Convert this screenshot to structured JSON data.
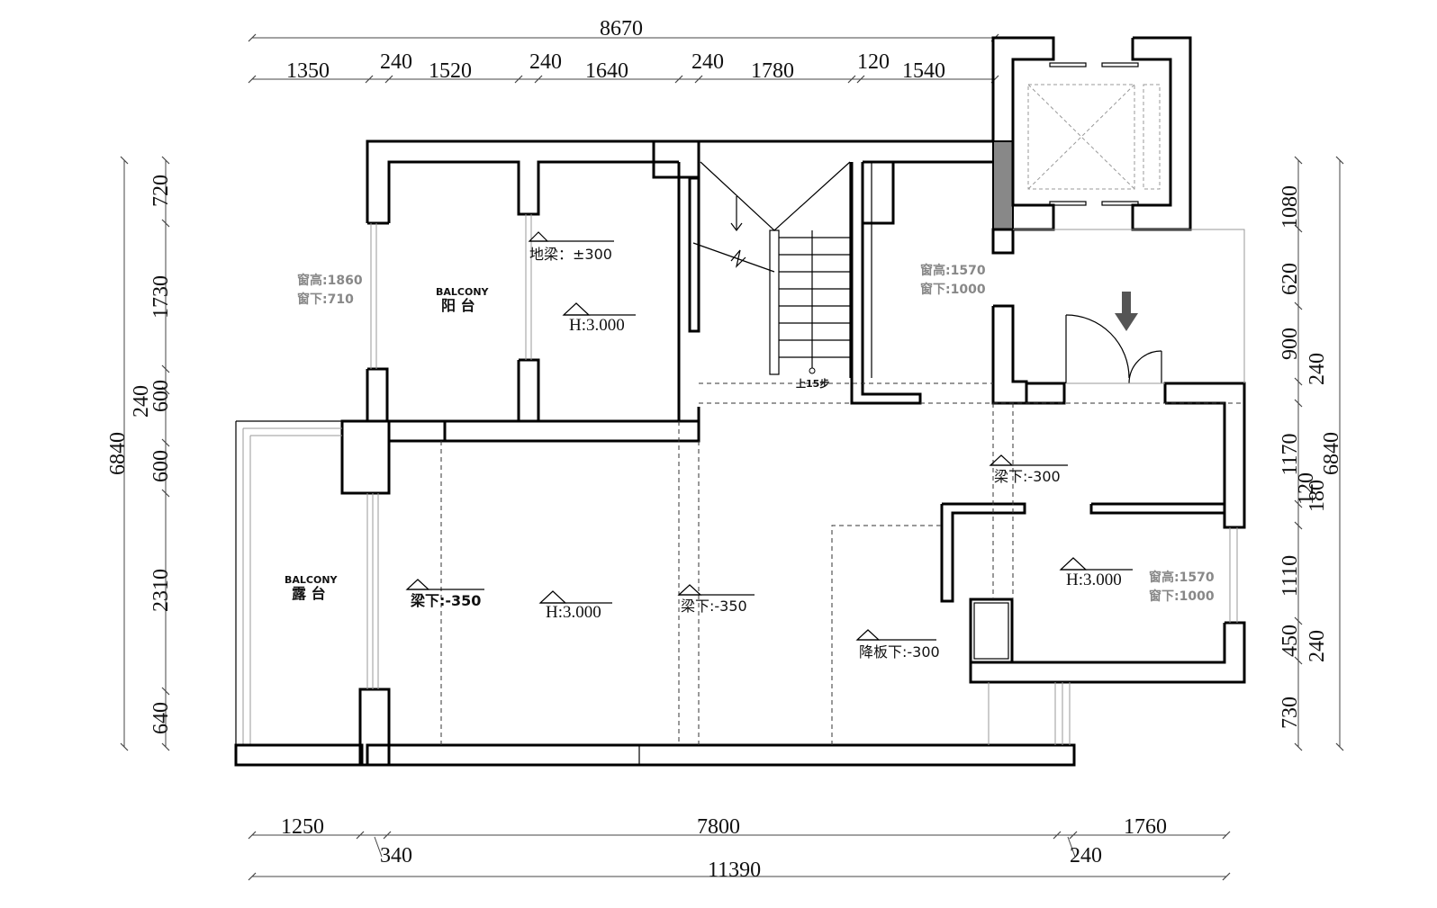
{
  "dimensions": {
    "top_overall": "8670",
    "top_segments": [
      "1350",
      "240",
      "1520",
      "240",
      "1640",
      "240",
      "1780",
      "120",
      "1540"
    ],
    "left_segments": [
      "720",
      "1730",
      "240",
      "600",
      "600",
      "2310",
      "640"
    ],
    "left_overall": "6840",
    "right_segments": [
      "1080",
      "620",
      "900",
      "240",
      "1170",
      "120",
      "180",
      "1110",
      "450",
      "240",
      "730"
    ],
    "right_overall": "6840",
    "bottom_segments": [
      "1250",
      "7800",
      "1760"
    ],
    "bottom_sub": [
      "340",
      "240"
    ],
    "bottom_overall": "11390"
  },
  "labels": {
    "balcony_en_1": "BALCONY",
    "balcony_cn_1": "阳 台",
    "balcony_en_2": "BALCONY",
    "balcony_cn_2": "露 台",
    "window_1_height": "窗高:1860",
    "window_1_sill": "窗下:710",
    "window_2_height": "窗高:1570",
    "window_2_sill": "窗下:1000",
    "window_3_height": "窗高:1570",
    "window_3_sill": "窗下:1000",
    "ground_beam": "地梁：±300",
    "level_room1": "H:3.000",
    "level_living": "H:3.000",
    "level_right": "H:3.000",
    "beam_left": "梁下:-350",
    "beam_mid": "梁下:-350",
    "beam_right": "梁下:-300",
    "slab_drop": "降板下:-300",
    "stairs_up": "上15步"
  },
  "colors": {
    "wall": "#000000",
    "accent_column": "#888888"
  }
}
